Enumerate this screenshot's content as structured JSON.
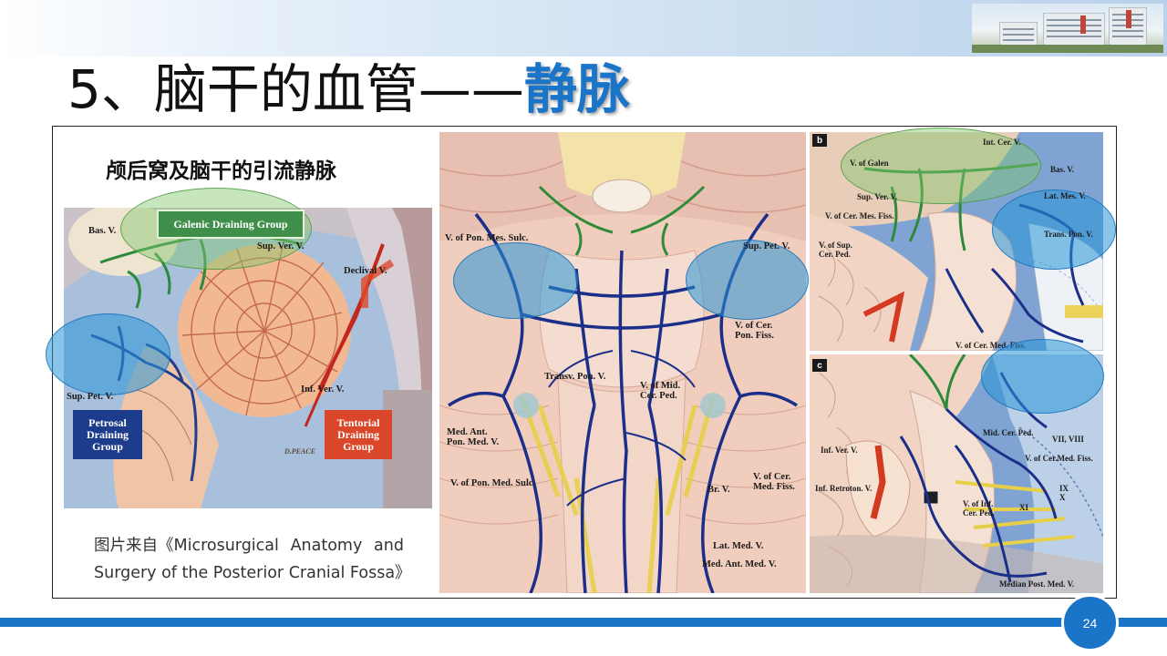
{
  "slide": {
    "title_prefix": "5、脑干的血管——",
    "title_accent": "静脉",
    "page_number": "24",
    "colors": {
      "accent": "#1a74c8",
      "footer": "#1a74c8"
    }
  },
  "panel1": {
    "caption": "颅后窝及脑干的引流静脉",
    "labels": {
      "bas_v": "Bas. V.",
      "sup_ver_v": "Sup. Ver. V.",
      "declival_v": "Declival V.",
      "inf_ver_v": "Inf. Ver. V.",
      "sup_pet_v": "Sup. Pet. V.",
      "signature": "D.PEACE"
    },
    "groups": {
      "galenic": "Galenic Draining Group",
      "petrosal": "Petrosal\nDraining\nGroup",
      "tentorial": "Tentorial\nDraining\nGroup"
    }
  },
  "source": {
    "line1_words": [
      "图片来自《Microsurgical",
      "Anatomy",
      "and"
    ],
    "line2": "Surgery of the Posterior Cranial Fossa》"
  },
  "panel2": {
    "labels": {
      "v_pon_mes_sulc": "V. of Pon. Mes. Sulc.",
      "sup_pet_v": "Sup. Pet. V.",
      "v_cer_pon_fiss": "V. of Cer.\nPon. Fiss.",
      "transv_pon_v": "Transv. Pon. V.",
      "v_mid_cer_ped": "V. of Mid.\nCer. Ped.",
      "med_ant_pon_med_v": "Med. Ant.\nPon. Med. V.",
      "v_pon_med_sulc": "V. of Pon. Med. Sulc.",
      "v_cer_med_fiss": "V. of Cer.\nMed. Fiss.",
      "br_v": "Br. V.",
      "lat_med_v": "Lat. Med. V.",
      "med_ant_med_v": "Med. Ant. Med. V."
    }
  },
  "panel3": {
    "letter": "b",
    "labels": {
      "int_cer_v": "Int. Cer. V.",
      "v_galen": "V. of Galen",
      "bas_v": "Bas. V.",
      "sup_ver_v": "Sup. Ver. V.",
      "lat_mes_v": "Lat. Mes. V.",
      "v_cer_mes_fiss": "V. of Cer. Mes. Fiss.",
      "trans_pon_v": "Trans. Pon. V.",
      "v_sup_cer_ped": "V. of Sup.\nCer. Ped.",
      "v_cer_med_fiss": "V. of Cer. Med. Fiss."
    }
  },
  "panel4": {
    "letter": "c",
    "labels": {
      "mid_cer_ped": "Mid. Cer. Ped.",
      "vii_viii": "VII, VIII",
      "inf_ver_v": "Inf. Ver. V.",
      "v_cer_med_fiss": "V. of Cer.Med. Fiss.",
      "inf_retroton_v": "Inf. Retroton. V.",
      "ix_x": "IX\nX",
      "xi": "XI",
      "v_inf_cer_ped": "V. of Inf.\nCer. Ped.",
      "median_post_med_v": "Median Post. Med. V."
    }
  }
}
